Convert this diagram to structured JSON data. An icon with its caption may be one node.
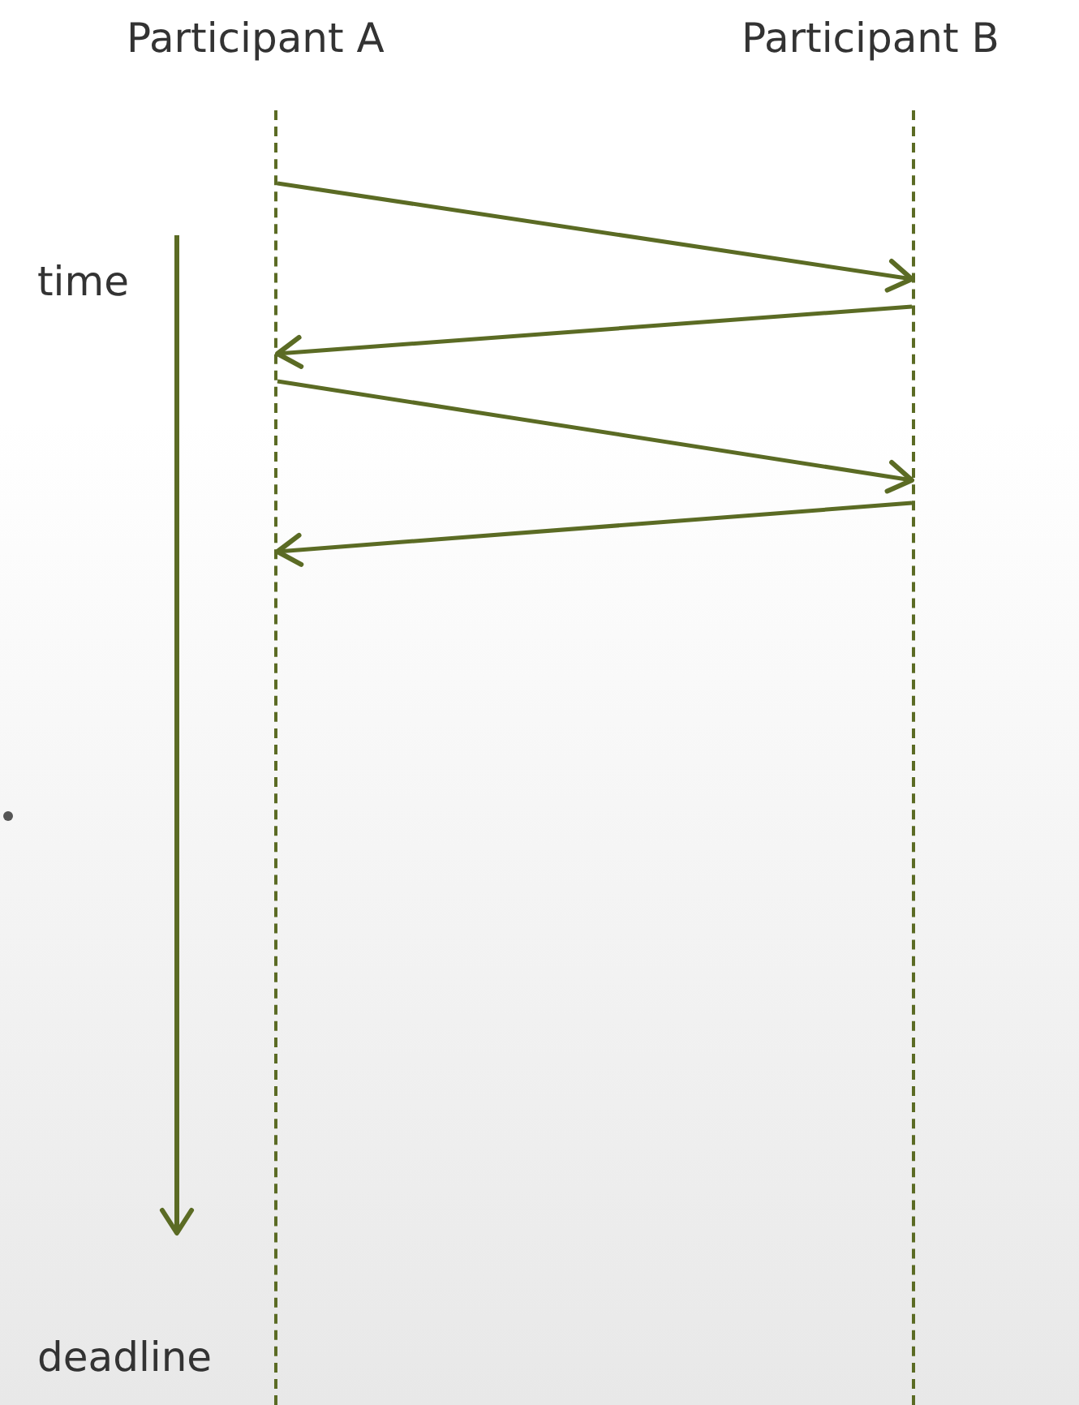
{
  "diagram": {
    "nodes": [
      {
        "text": [
          "Participant A"
        ]
      },
      {
        "text": [
          "Participant B"
        ]
      },
      {
        "text": [],
        "shape": "bar"
      },
      {
        "text": [],
        "shape": "bar"
      }
    ],
    "edges": [
      {
        "from": 2,
        "to": 3,
        "arrow": "to"
      },
      {
        "from": 3,
        "to": 2,
        "arrow": "to"
      },
      {
        "from": 2,
        "to": 3,
        "arrow": "to"
      },
      {
        "from": 3,
        "to": 2,
        "arrow": "to"
      }
    ],
    "labels": [
      "time",
      "deadline"
    ]
  }
}
